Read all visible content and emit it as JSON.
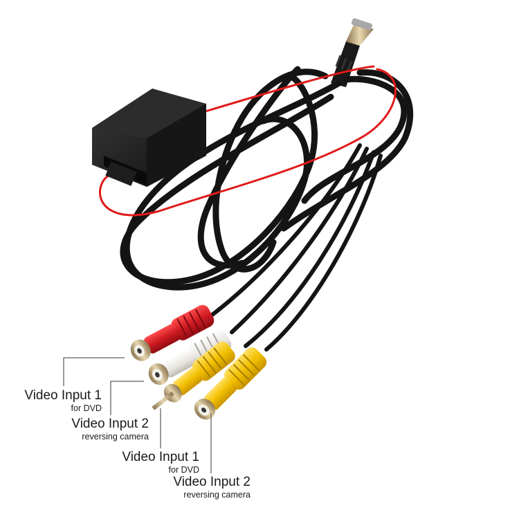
{
  "labels": [
    {
      "title": "Video Input 1",
      "subtitle": "for DVD"
    },
    {
      "title": "Video Input 2",
      "subtitle": "reversing camera"
    },
    {
      "title": "Video Input 1",
      "subtitle": "for DVD"
    },
    {
      "title": "Video Input 2",
      "subtitle": "reversing camera"
    }
  ],
  "colors": {
    "cable": "#141414",
    "power_wire": "#e01b1b",
    "rca_red": "#cf1b22",
    "rca_white": "#ecebe6",
    "rca_yellow": "#f2c000",
    "metal": "#c9b48a",
    "background": "#ffffff"
  }
}
